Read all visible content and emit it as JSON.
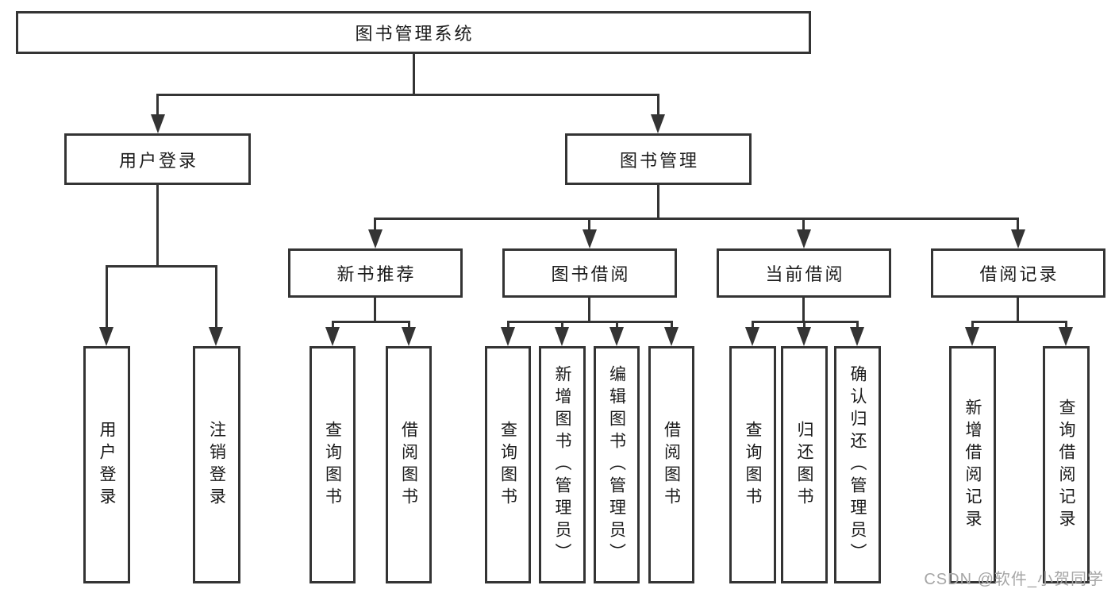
{
  "diagram": {
    "root": {
      "label": "图书管理系统"
    },
    "branches": [
      {
        "label": "用户登录",
        "children": [
          {
            "label": "用户登录"
          },
          {
            "label": "注销登录"
          }
        ]
      },
      {
        "label": "图书管理",
        "children": [
          {
            "label": "新书推荐",
            "children": [
              {
                "label": "查询图书"
              },
              {
                "label": "借阅图书"
              }
            ]
          },
          {
            "label": "图书借阅",
            "children": [
              {
                "label": "查询图书"
              },
              {
                "label": "新增图书（管理员）"
              },
              {
                "label": "编辑图书（管理员）"
              },
              {
                "label": "借阅图书"
              }
            ]
          },
          {
            "label": "当前借阅",
            "children": [
              {
                "label": "查询图书"
              },
              {
                "label": "归还图书"
              },
              {
                "label": "确认归还（管理员）"
              }
            ]
          },
          {
            "label": "借阅记录",
            "children": [
              {
                "label": "新增借阅记录"
              },
              {
                "label": "查询借阅记录"
              }
            ]
          }
        ]
      }
    ]
  },
  "watermark": {
    "text": "CSDN @软件_小贺同学"
  },
  "colors": {
    "line": "#343434",
    "text": "#1a1a1a",
    "watermark": "#a6a6a6",
    "background": "#ffffff"
  }
}
